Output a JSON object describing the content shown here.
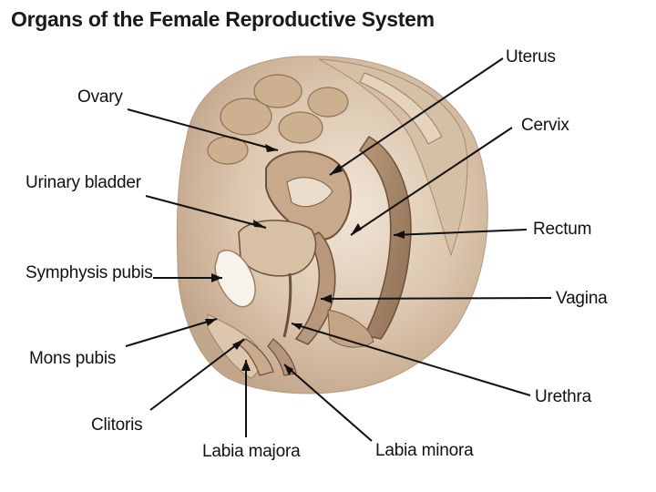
{
  "title": "Organs of the Female Reproductive System",
  "labels": {
    "uterus": "Uterus",
    "ovary": "Ovary",
    "cervix": "Cervix",
    "urinary_bladder": "Urinary bladder",
    "rectum": "Rectum",
    "symphysis_pubis": "Symphysis pubis",
    "vagina": "Vagina",
    "mons_pubis": "Mons pubis",
    "urethra": "Urethra",
    "clitoris": "Clitoris",
    "labia_majora": "Labia majora",
    "labia_minora": "Labia minora"
  },
  "colors": {
    "tissue_light": "#eadbc8",
    "tissue_mid": "#cdb197",
    "tissue_dark": "#8a6a50",
    "leader_line": "#111111",
    "background": "#ffffff"
  }
}
